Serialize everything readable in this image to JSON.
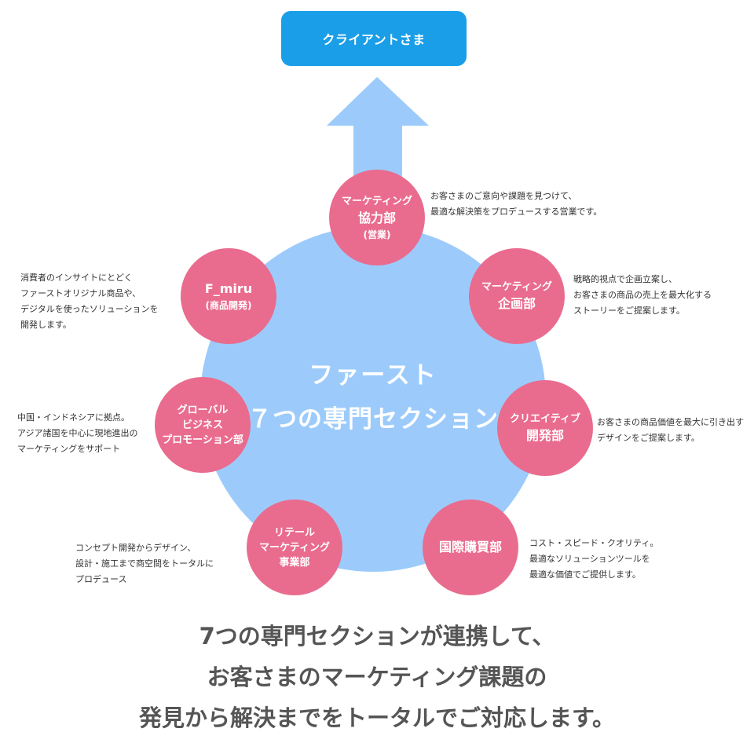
{
  "client": {
    "label": "クライアントさま"
  },
  "center": {
    "line1": "ファースト",
    "line2": "７つの専門セクション"
  },
  "sections": {
    "kyoryoku": {
      "line1": "マーケティング",
      "line2": "協力部",
      "line3": "(営業)",
      "desc": [
        "お客さまのご意向や課題を見つけて、",
        "最適な解決策をプロデュースする営業です。"
      ]
    },
    "kikaku": {
      "line1": "マーケティング",
      "line2": "企画部",
      "desc": [
        "戦略的視点で企画立案し、",
        "お客さまの商品の売上を最大化する",
        "ストーリーをご提案します。"
      ]
    },
    "creative": {
      "line1": "クリエイティブ",
      "line2": "開発部",
      "desc": [
        "お客さまの商品価値を最大に引き出す",
        "デザインをご提案します。"
      ]
    },
    "kokusai": {
      "line1": "国際購買部",
      "desc": [
        "コスト・スピード・クオリティ。",
        "最適なソリューションツールを",
        "最適な価値でご提供します。"
      ]
    },
    "retail": {
      "line1": "リテール",
      "line2": "マーケティング",
      "line3": "事業部",
      "desc": [
        "コンセプト開発からデザイン、",
        "設計・施工まで商空間をトータルに",
        "プロデュース"
      ]
    },
    "global": {
      "line1": "グローバル",
      "line2": "ビジネス",
      "line3": "プロモーション部",
      "desc": [
        "中国・インドネシアに拠点。",
        "アジア諸国を中心に現地進出の",
        "マーケティングをサポート"
      ]
    },
    "fmiru": {
      "line1": "F_miru",
      "line2": "(商品開発)",
      "desc": [
        "消費者のインサイトにとどく",
        "ファーストオリジナル商品や、",
        "デジタルを使ったソリューションを",
        "開発します。"
      ]
    }
  },
  "footer": {
    "lines": [
      "7つの専門セクションが連携して、",
      "お客さまのマーケティング課題の",
      "発見から解決までをトータルでご対応します。"
    ]
  },
  "colors": {
    "client": "#1a9ee8",
    "arrow": "#9ccbfb",
    "circle": "#9ccbfb",
    "node": "#e96c8e"
  }
}
